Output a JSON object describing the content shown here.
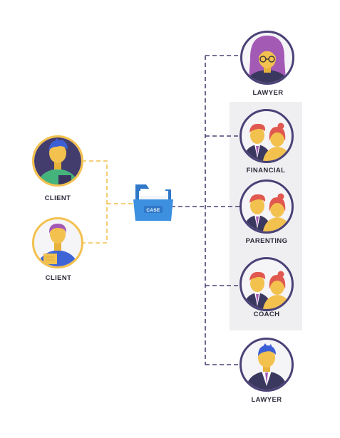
{
  "case_folder": {
    "label": "CASE"
  },
  "clients": [
    {
      "label": "CLIENT"
    },
    {
      "label": "CLIENT"
    }
  ],
  "advisors": [
    {
      "label": "LAWYER"
    },
    {
      "label": "FINANCIAL"
    },
    {
      "label": "PARENTING"
    },
    {
      "label": "COACH"
    },
    {
      "label": "LAWYER"
    }
  ],
  "colors": {
    "client_connector": "#f2c14e",
    "advisor_connector": "#4a4277",
    "ring_client": "#f2c14e",
    "ring_advisor": "#4a4277",
    "group_panel": "#efeff2",
    "folder": "#3d8fe0"
  }
}
